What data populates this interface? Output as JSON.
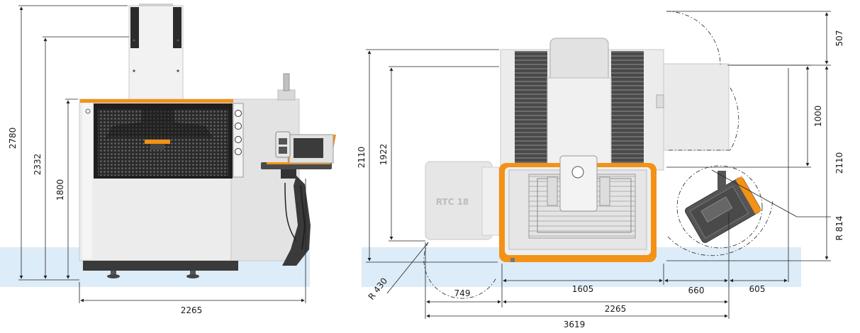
{
  "colors": {
    "accent": "#f39217",
    "machine_body": "#e9e9e9",
    "machine_dark": "#333333",
    "floor": "#dcecf8",
    "dimension_line": "#222222"
  },
  "front_view": {
    "dim_height_total": "2780",
    "dim_height_head": "2332",
    "dim_height_table": "1800",
    "dim_width": "2265"
  },
  "top_view": {
    "dim_depth_total": "2110",
    "dim_depth_machine": "1922",
    "dim_door_swing": "507",
    "dim_cabinet_depth": "1000",
    "dim_depth_right": "2110",
    "dim_radius_panel": "R 814",
    "dim_radius_rtc": "R 430",
    "dim_rtc_width": "749",
    "dim_machine_width": "1605",
    "dim_panel_offset": "660",
    "dim_panel_clearance": "605",
    "dim_width_front": "2265",
    "dim_width_total": "3619",
    "rtc_label": "RTC 18"
  }
}
